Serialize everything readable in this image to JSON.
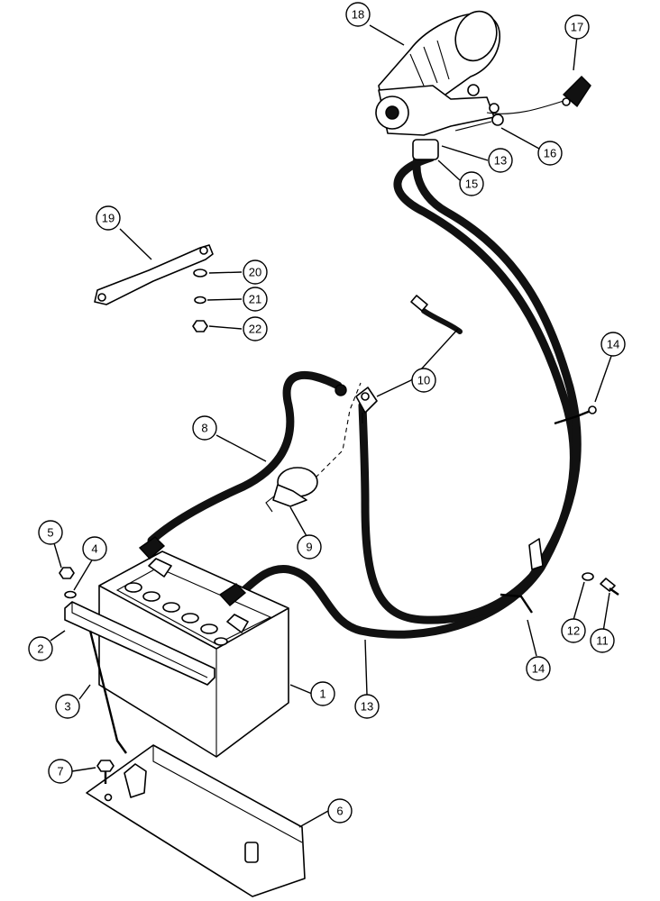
{
  "diagram": {
    "callouts": [
      {
        "id": "c18",
        "label": "18"
      },
      {
        "id": "c17",
        "label": "17"
      },
      {
        "id": "c16",
        "label": "16"
      },
      {
        "id": "c13a",
        "label": "13"
      },
      {
        "id": "c15",
        "label": "15"
      },
      {
        "id": "c19",
        "label": "19"
      },
      {
        "id": "c20",
        "label": "20"
      },
      {
        "id": "c21",
        "label": "21"
      },
      {
        "id": "c22",
        "label": "22"
      },
      {
        "id": "c14a",
        "label": "14"
      },
      {
        "id": "c10",
        "label": "10"
      },
      {
        "id": "c8",
        "label": "8"
      },
      {
        "id": "c9",
        "label": "9"
      },
      {
        "id": "c5",
        "label": "5"
      },
      {
        "id": "c4",
        "label": "4"
      },
      {
        "id": "c2",
        "label": "2"
      },
      {
        "id": "c3",
        "label": "3"
      },
      {
        "id": "c1",
        "label": "1"
      },
      {
        "id": "c13b",
        "label": "13"
      },
      {
        "id": "c14b",
        "label": "14"
      },
      {
        "id": "c12",
        "label": "12"
      },
      {
        "id": "c11",
        "label": "11"
      },
      {
        "id": "c7",
        "label": "7"
      },
      {
        "id": "c6",
        "label": "6"
      }
    ]
  }
}
